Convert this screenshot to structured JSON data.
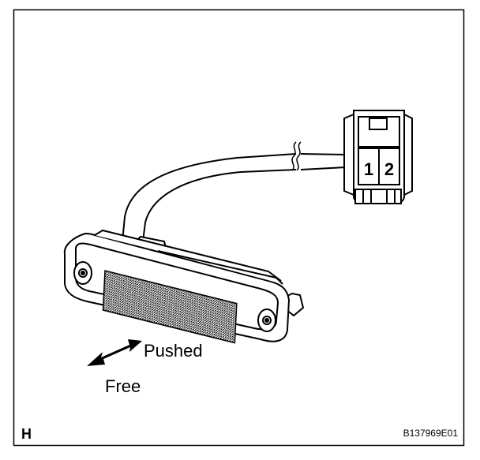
{
  "connector": {
    "pin_1": "1",
    "pin_2": "2"
  },
  "labels": {
    "pushed": "Pushed",
    "free": "Free"
  },
  "corner_code": "H",
  "figure_id": "B137969E01",
  "icons": [
    "double-headed-arrow-icon",
    "screw-hole-icon"
  ]
}
